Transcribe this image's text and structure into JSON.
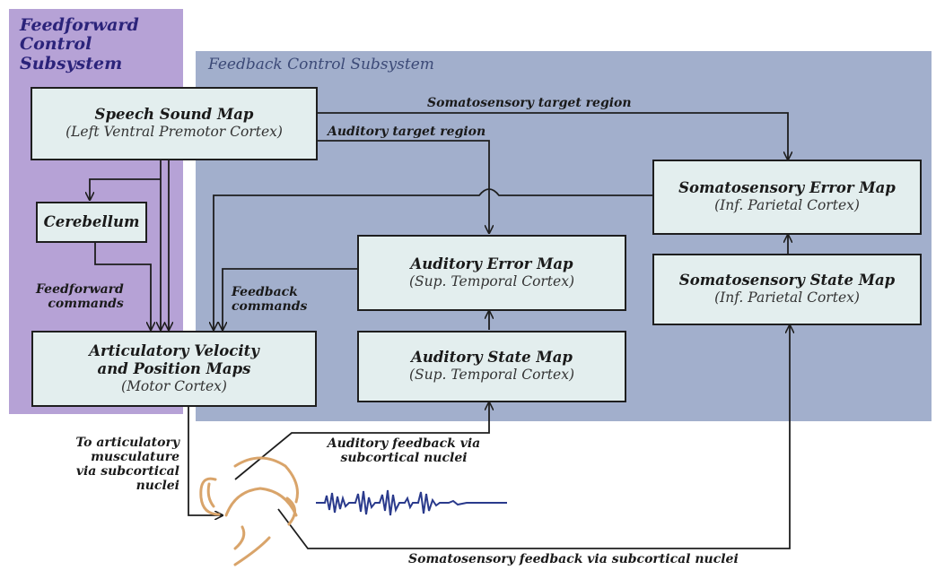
{
  "regions": {
    "feedforward": {
      "title": [
        "Feedforward",
        "Control",
        "Subsystem"
      ]
    },
    "feedback": {
      "title": "Feedback Control Subsystem"
    }
  },
  "boxes": {
    "speech_sound_map": {
      "title": "Speech Sound Map",
      "subtitle": "(Left Ventral Premotor Cortex)"
    },
    "cerebellum": {
      "title": "Cerebellum"
    },
    "articulatory_maps": {
      "title_lines": [
        "Articulatory Velocity",
        "and Position Maps"
      ],
      "subtitle": "(Motor Cortex)"
    },
    "auditory_error_map": {
      "title": "Auditory Error Map",
      "subtitle": "(Sup. Temporal Cortex)"
    },
    "auditory_state_map": {
      "title": "Auditory State Map",
      "subtitle": "(Sup. Temporal Cortex)"
    },
    "somatosensory_error_map": {
      "title": "Somatosensory Error Map",
      "subtitle": "(Inf. Parietal Cortex)"
    },
    "somatosensory_state_map": {
      "title": "Somatosensory State Map",
      "subtitle": "(Inf. Parietal Cortex)"
    }
  },
  "labels": {
    "somatosensory_target": "Somatosensory target region",
    "auditory_target": "Auditory target region",
    "feedforward_commands": [
      "Feedforward",
      "commands"
    ],
    "feedback_commands": [
      "Feedback",
      "commands"
    ],
    "to_articulatory": [
      "To articulatory",
      "musculature",
      "via subcortical",
      "nuclei"
    ],
    "auditory_feedback": [
      "Auditory feedback via",
      "subcortical nuclei"
    ],
    "somatosensory_feedback": "Somatosensory feedback via subcortical nuclei"
  },
  "colors": {
    "feedforward_region": "#b6a2d6",
    "feedback_region": "#a2afcc",
    "box_fill": "#e3eeee",
    "title_text": "#2b237a",
    "head_outline": "#d9a46a",
    "waveform": "#2a3a8c"
  },
  "icons": [
    "speaker-head-illustration",
    "sound-waveform"
  ]
}
